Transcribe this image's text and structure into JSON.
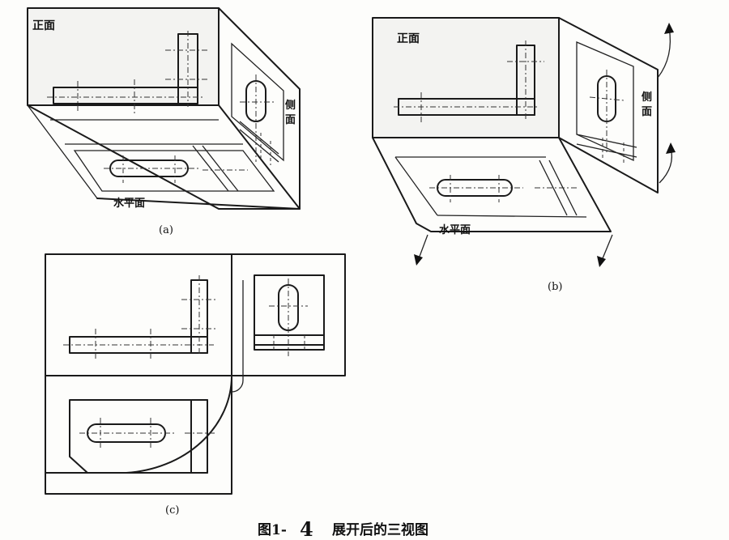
{
  "labels": {
    "front": "正面",
    "side_line1": "侧",
    "side_line2": "面",
    "horizontal": "水平面",
    "panel_a": "(a)",
    "panel_b": "(b)",
    "panel_c": "(c)"
  },
  "caption": {
    "prefix": "图1-",
    "number": "4",
    "text": "展开后的三视图"
  }
}
